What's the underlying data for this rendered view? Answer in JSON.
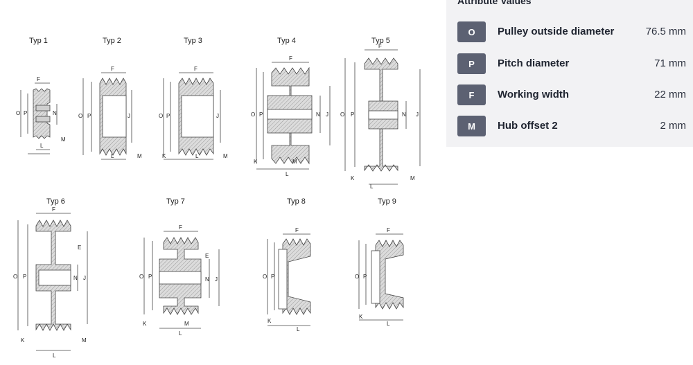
{
  "diagram": {
    "type_labels": [
      "Typ 1",
      "Typ 2",
      "Typ 3",
      "Typ 4",
      "Typ 5",
      "Typ 6",
      "Typ 7",
      "Typ 8",
      "Typ 9"
    ],
    "dims": {
      "o": "O",
      "p": "P",
      "f": "F",
      "n": "N",
      "j": "J",
      "l": "L",
      "m": "M",
      "k": "K",
      "e": "E"
    }
  },
  "attributes": {
    "title": "Attribute Values",
    "rows": [
      {
        "code": "O",
        "name": "Pulley outside diameter",
        "value": "76.5 mm"
      },
      {
        "code": "P",
        "name": "Pitch diameter",
        "value": "71 mm"
      },
      {
        "code": "F",
        "name": "Working width",
        "value": "22 mm"
      },
      {
        "code": "M",
        "name": "Hub offset 2",
        "value": "2 mm"
      }
    ]
  },
  "colors": {
    "panel_bg": "#f2f2f4",
    "badge_bg": "#5c6172",
    "drawing_fill": "#d6d6d6",
    "line": "#444444"
  }
}
